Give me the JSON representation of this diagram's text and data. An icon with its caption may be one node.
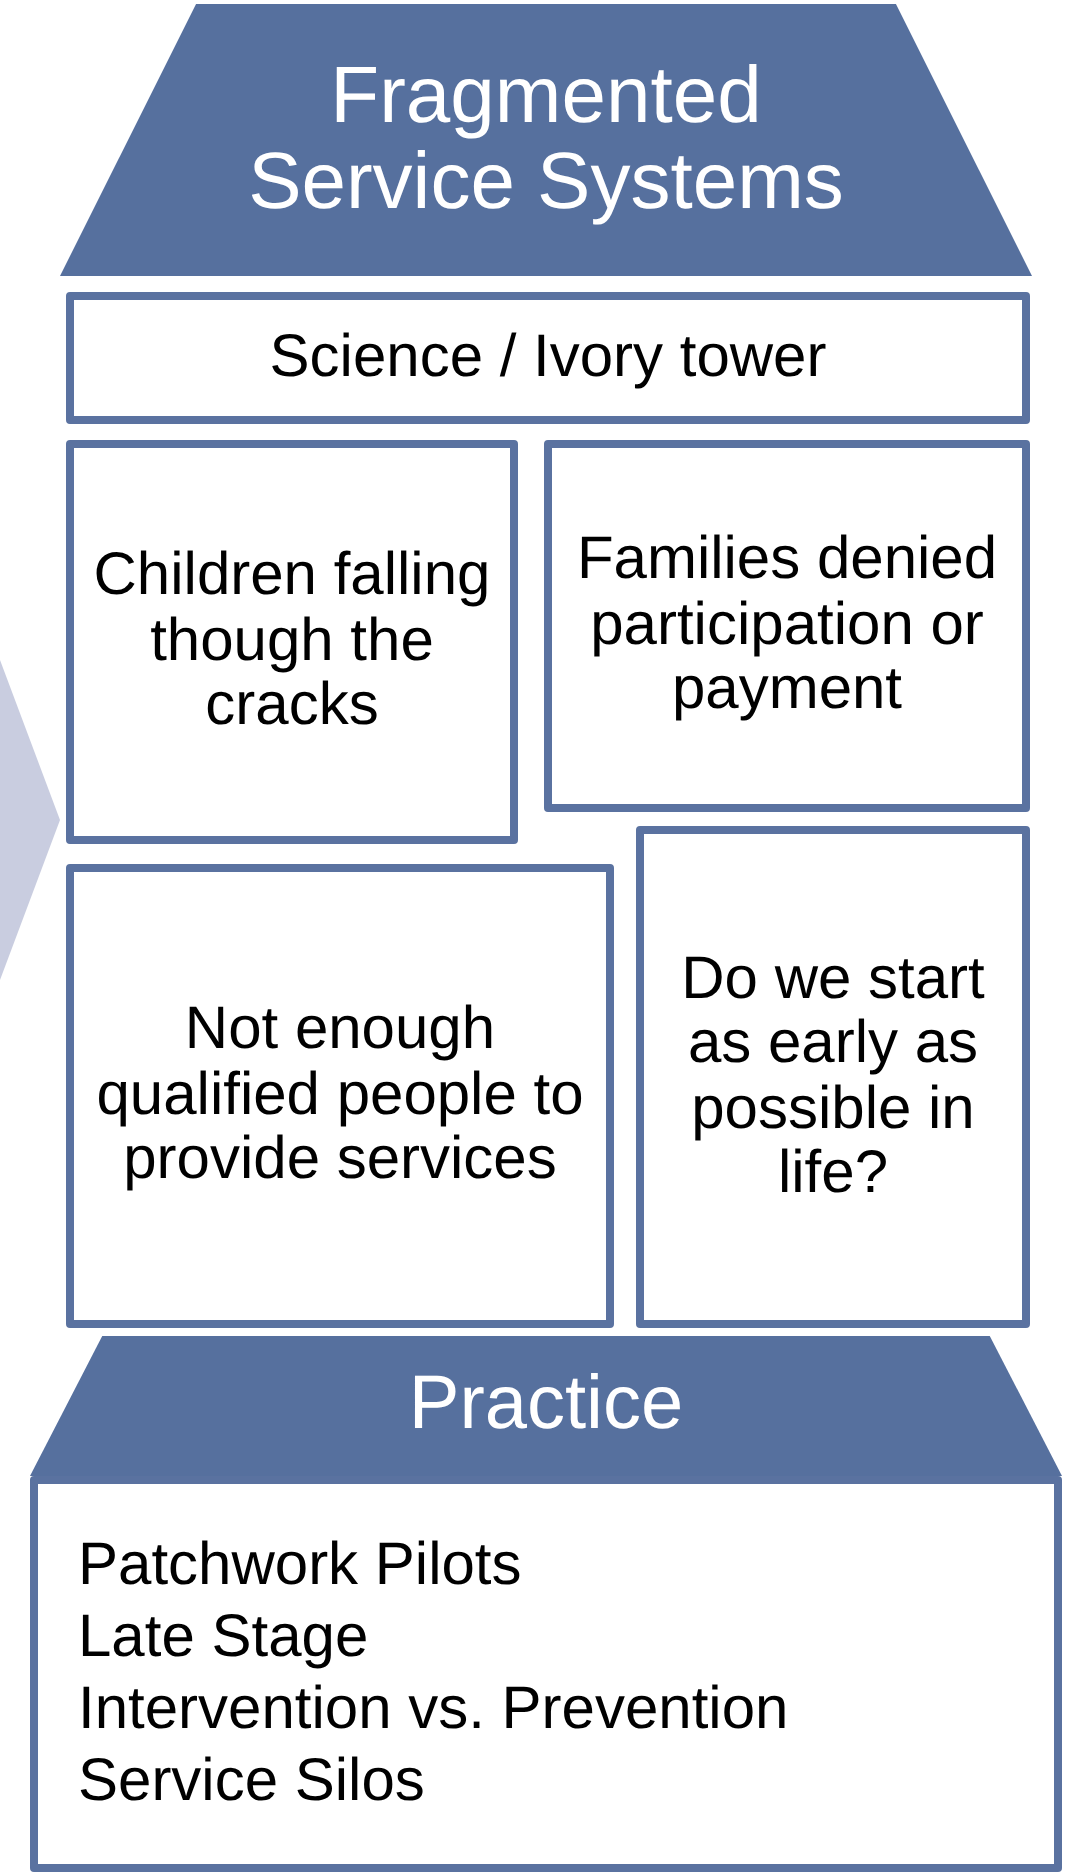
{
  "diagram": {
    "nodes": [
      {
        "text": [
          "Fragmented Service Systems"
        ]
      },
      {
        "text": [
          "Science / Ivory tower"
        ]
      },
      {
        "text": [
          "Children falling though the cracks"
        ]
      },
      {
        "text": [
          "Families denied participation or payment"
        ]
      },
      {
        "text": [
          "Not enough qualified people to provide services"
        ]
      },
      {
        "text": [
          "Do we start as early as possible in life?"
        ]
      },
      {
        "text": [
          "Practice"
        ]
      },
      {
        "text": [
          "Patchwork Pilots",
          "Late Stage",
          "Intervention vs. Prevention",
          "Service Silos"
        ]
      }
    ],
    "edges": []
  }
}
